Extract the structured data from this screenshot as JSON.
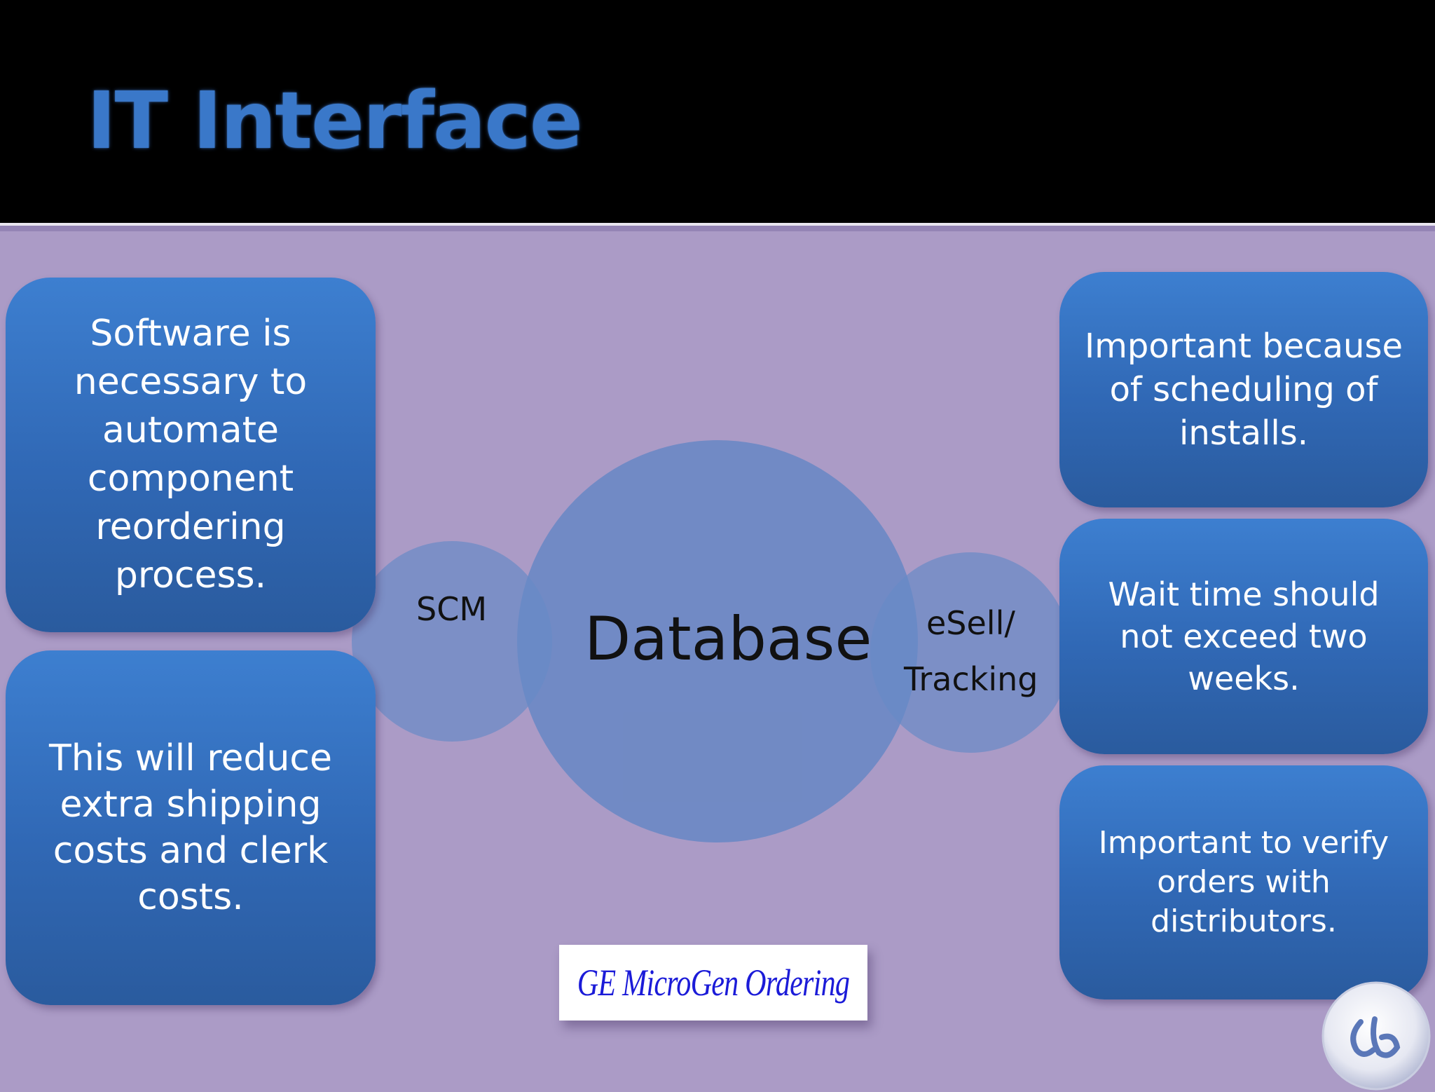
{
  "slide": {
    "title": "IT Interface",
    "left_boxes": [
      {
        "lines": [
          "Software is",
          "necessary to",
          "automate",
          "component",
          "reordering",
          "process."
        ]
      },
      {
        "lines": [
          "This will reduce",
          "extra shipping",
          "costs and clerk",
          "costs."
        ]
      }
    ],
    "right_boxes": [
      {
        "lines": [
          "Important because",
          "of scheduling of",
          "installs."
        ]
      },
      {
        "lines": [
          "Wait time should",
          "not exceed two",
          "weeks."
        ]
      },
      {
        "lines": [
          "Important to verify",
          "orders with",
          "distributors."
        ]
      }
    ],
    "diagram": {
      "left_circle": "SCM",
      "center_circle": "Database",
      "right_circle_line1": "eSell/",
      "right_circle_line2": "Tracking"
    },
    "logo_caption": "GE MicroGen Ordering",
    "colors": {
      "background": "#ab9bc6",
      "header": "#000000",
      "title": "#3a78c9",
      "box": "#3068b5",
      "circle": "#6484c4",
      "logo_text": "#1b1bd8"
    }
  }
}
